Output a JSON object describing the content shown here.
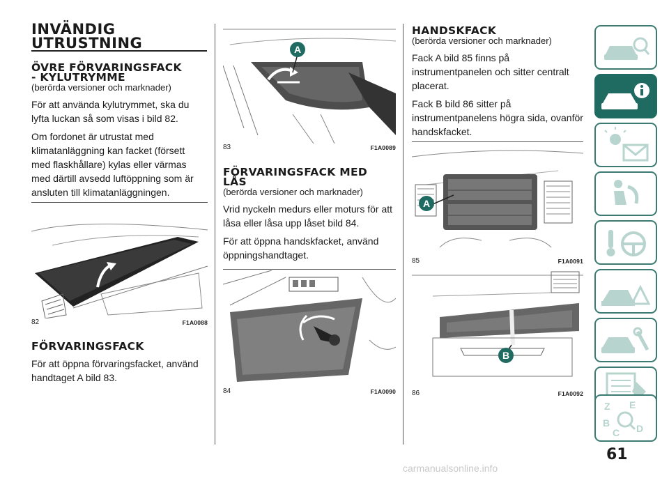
{
  "col1": {
    "title_line1": "INVÄNDIG",
    "title_line2": "UTRUSTNING",
    "s1_heading_line1": "ÖVRE FÖRVARINGSFACK",
    "s1_heading_line2": "- KYLUTRYMME",
    "s1_sub": "(berörda versioner och marknader)",
    "s1_p1_line1": "För att använda kylutrymmet, ska du",
    "s1_p1_line2": "lyfta luckan så som visas i bild 82.",
    "s1_p2_line1": "Om fordonet är utrustat med",
    "s1_p2_line2": "klimatanläggning kan facket (försett",
    "s1_p2_line3": "med flaskhållare) kylas eller värmas",
    "s1_p2_line4": "med därtill avsedd luftöppning som är",
    "s1_p2_line5": "ansluten till klimatanläggningen.",
    "fig82_num": "82",
    "fig82_code": "F1A0088",
    "s2_heading": "FÖRVARINGSFACK",
    "s2_p1_line1": "För att öppna förvaringsfacket, använd",
    "s2_p1_line2": "handtaget A bild 83."
  },
  "col2": {
    "fig83_label": "A",
    "fig83_num": "83",
    "fig83_code": "F1A0089",
    "s3_heading_line1": "FÖRVARINGSFACK MED",
    "s3_heading_line2": "LÅS",
    "s3_sub": "(berörda versioner och marknader)",
    "s3_p1_line1": "Vrid nyckeln medurs eller moturs för att",
    "s3_p1_line2": "låsa eller låsa upp låset bild 84.",
    "s3_p2_line1": "För att öppna handskfacket, använd",
    "s3_p2_line2": "öppningshandtaget.",
    "fig84_num": "84",
    "fig84_code": "F1A0090"
  },
  "col3": {
    "s4_heading": "HANDSKFACK",
    "s4_sub": "(berörda versioner och marknader)",
    "s4_p1_line1": "Fack A bild 85 finns på",
    "s4_p1_line2": "instrumentpanelen och sitter centralt",
    "s4_p1_line3": "placerat.",
    "s4_p2_line1": "Fack B bild 86 sitter på",
    "s4_p2_line2": "instrumentpanelens högra sida, ovanför",
    "s4_p2_line3": "handskfacket.",
    "fig85_label": "A",
    "fig85_num": "85",
    "fig85_code": "F1A0091",
    "fig86_label": "B",
    "fig86_num": "86",
    "fig86_code": "F1A0092"
  },
  "sidebar": {
    "tabs": [
      "car-search-icon",
      "car-info-icon",
      "warning-lights-icon",
      "airbag-icon",
      "key-steering-icon",
      "warning-triangle-icon",
      "car-service-icon",
      "specs-list-icon",
      "alphabet-search-icon"
    ],
    "active_index": 1,
    "accent_color": "#1f6b62",
    "page_number": "61"
  },
  "watermark": "carmanualsonline.info"
}
